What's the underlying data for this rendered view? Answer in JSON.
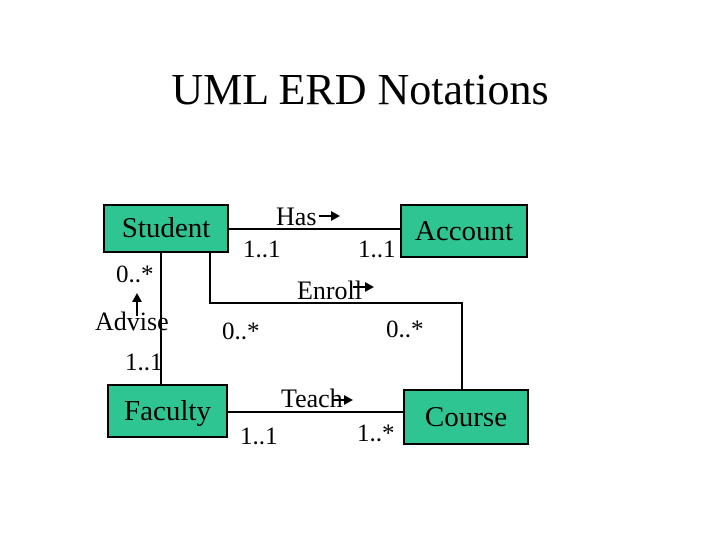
{
  "slide": {
    "title": "UML ERD Notations",
    "background_color": "#ffffff"
  },
  "colors": {
    "entity_fill": "#2ec593",
    "entity_border": "#000000",
    "line": "#000000",
    "text": "#000000"
  },
  "entities": {
    "student": {
      "label": "Student"
    },
    "account": {
      "label": "Account"
    },
    "faculty": {
      "label": "Faculty"
    },
    "course": {
      "label": "Course"
    }
  },
  "relationships": {
    "has": {
      "label": "Has",
      "direction": "right",
      "from": "Student",
      "to": "Account",
      "left_multiplicity": "1..1",
      "right_multiplicity": "1..1"
    },
    "advise": {
      "label": "Advise",
      "direction": "up",
      "from": "Faculty",
      "to": "Student",
      "top_multiplicity": "0..*",
      "bottom_multiplicity": "1..1"
    },
    "enroll": {
      "label": "Enroll",
      "direction": "right",
      "from": "Student",
      "to": "Course",
      "left_multiplicity": "0..*",
      "right_multiplicity": "0..*"
    },
    "teach": {
      "label": "Teach",
      "direction": "right",
      "from": "Faculty",
      "to": "Course",
      "left_multiplicity": "1..1",
      "right_multiplicity": "1..*"
    }
  }
}
